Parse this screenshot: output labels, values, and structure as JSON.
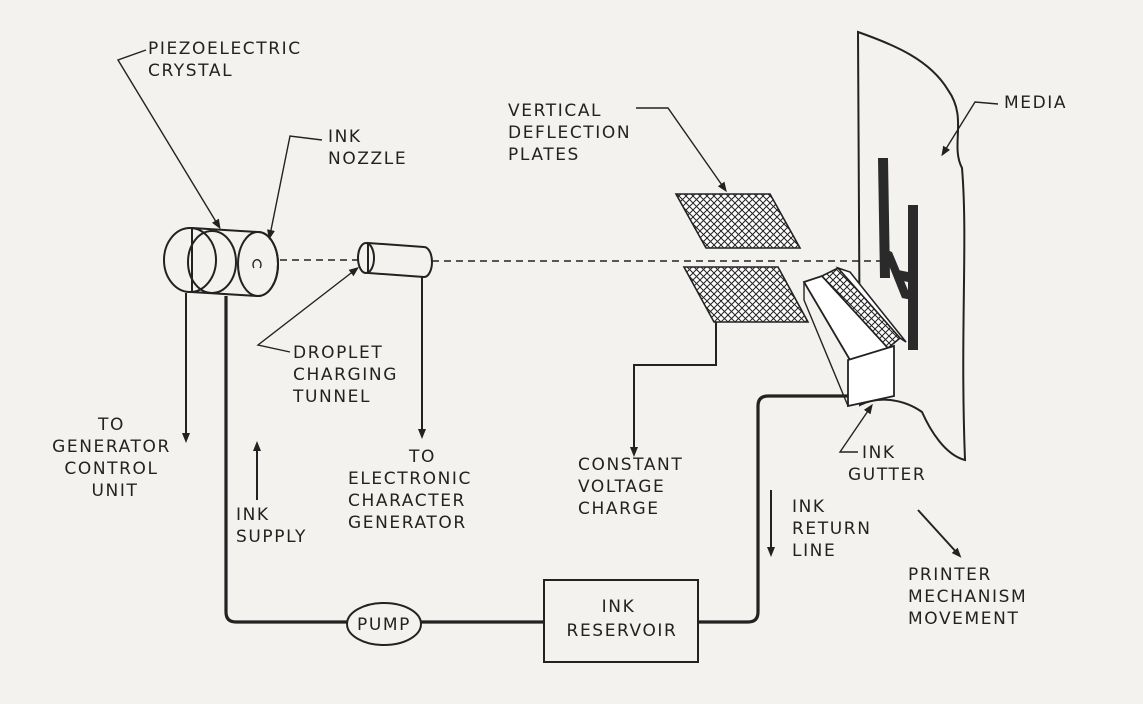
{
  "labels": {
    "piezo": [
      "PIEZOELECTRIC",
      "CRYSTAL"
    ],
    "nozzle": [
      "INK",
      "NOZZLE"
    ],
    "droplet": [
      "DROPLET",
      "CHARGING",
      "TUNNEL"
    ],
    "to_generator": [
      "TO",
      "GENERATOR",
      "CONTROL",
      "UNIT"
    ],
    "ink_supply": [
      "INK",
      "SUPPLY"
    ],
    "to_electronic": [
      "TO",
      "ELECTRONIC",
      "CHARACTER",
      "GENERATOR"
    ],
    "vertical": [
      "VERTICAL",
      "DEFLECTION",
      "PLATES"
    ],
    "media": [
      "MEDIA"
    ],
    "constant": [
      "CONSTANT",
      "VOLTAGE",
      "CHARGE"
    ],
    "gutter": [
      "INK",
      "GUTTER"
    ],
    "return_line": [
      "INK",
      "RETURN",
      "LINE"
    ],
    "printer": [
      "PRINTER",
      "MECHANISM",
      "MOVEMENT"
    ],
    "reservoir": [
      "INK",
      "RESERVOIR"
    ],
    "pump": "PUMP"
  },
  "colors": {
    "ink": "#222222",
    "paper": "#f4f2ee"
  }
}
